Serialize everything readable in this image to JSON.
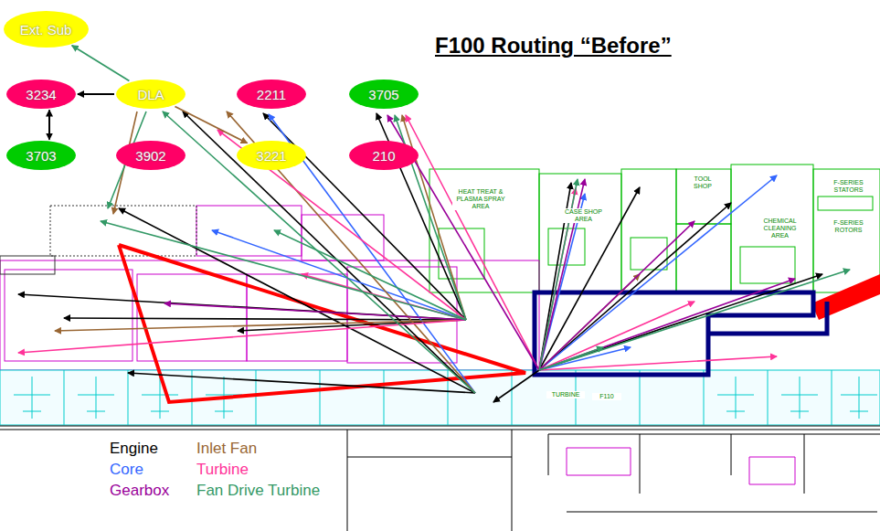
{
  "diagram": {
    "title": "F100 Routing “Before”",
    "nodes": [
      {
        "text": [
          "Ext. Sub"
        ]
      },
      {
        "text": [
          "3234"
        ]
      },
      {
        "text": [
          "DLA"
        ]
      },
      {
        "text": [
          "2211"
        ]
      },
      {
        "text": [
          "3705"
        ]
      },
      {
        "text": [
          "3703"
        ]
      },
      {
        "text": [
          "3902"
        ]
      },
      {
        "text": [
          "3221"
        ]
      },
      {
        "text": [
          "210"
        ]
      }
    ],
    "edges": [
      {
        "from": 2,
        "to": 1,
        "arrow": "to"
      },
      {
        "from": 1,
        "to": 5,
        "arrow": "to"
      },
      {
        "from": 5,
        "to": 1,
        "arrow": "to"
      },
      {
        "from": 2,
        "to": 0,
        "arrow": "to"
      },
      {
        "from": 2,
        "to": 7,
        "arrow": "to"
      }
    ],
    "labels": [
      "HEAT TREAT & PLASMA SPRAY AREA",
      "CASE SHOP AREA",
      "TOOL SHOP",
      "F-SERIES STATORS",
      "F-SERIES ROTORS",
      "CHEMICAL CLEANING AREA",
      "TURBINE",
      "F110"
    ],
    "legend": [
      {
        "text": "Engine",
        "color": "#000000"
      },
      {
        "text": "Inlet Fan",
        "color": "#996633"
      },
      {
        "text": "Core",
        "color": "#3366ff"
      },
      {
        "text": "Turbine",
        "color": "#ff3399"
      },
      {
        "text": "Gearbox",
        "color": "#990099"
      },
      {
        "text": "Fan Drive Turbine",
        "color": "#339966"
      }
    ]
  }
}
